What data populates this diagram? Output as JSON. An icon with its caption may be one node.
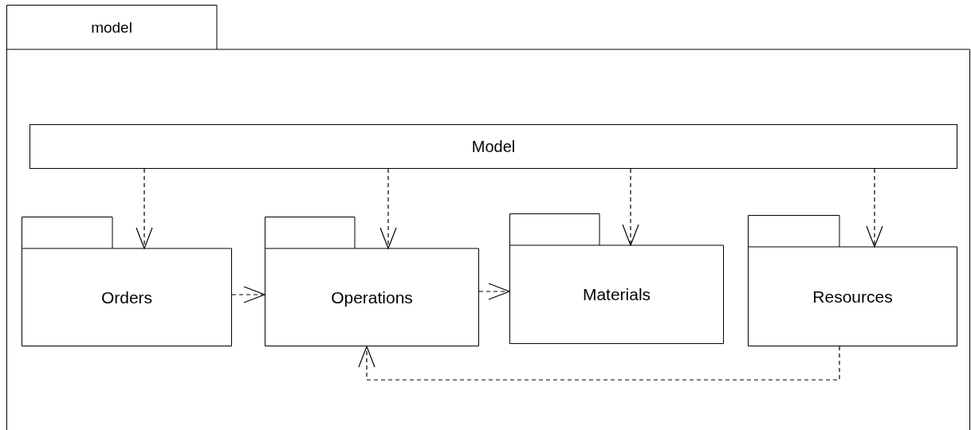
{
  "diagram": {
    "nodes": [
      {
        "text": [
          "model"
        ]
      },
      {
        "text": [
          "Model"
        ],
        "in": 0
      },
      {
        "text": [
          "Orders"
        ],
        "in": 0
      },
      {
        "text": [
          "Operations"
        ],
        "in": 0
      },
      {
        "text": [
          "Materials"
        ],
        "in": 0
      },
      {
        "text": [
          "Resources"
        ],
        "in": 0
      }
    ],
    "edges": [
      {
        "from": 1,
        "to": 2,
        "arrow": "to",
        "style": "dashed"
      },
      {
        "from": 1,
        "to": 3,
        "arrow": "to",
        "style": "dashed"
      },
      {
        "from": 1,
        "to": 4,
        "arrow": "to",
        "style": "dashed"
      },
      {
        "from": 1,
        "to": 5,
        "arrow": "to",
        "style": "dashed"
      },
      {
        "from": 2,
        "to": 3,
        "arrow": "to",
        "style": "dashed"
      },
      {
        "from": 3,
        "to": 4,
        "arrow": "to",
        "style": "dashed"
      },
      {
        "from": 5,
        "to": 3,
        "arrow": "to",
        "style": "dashed"
      }
    ]
  }
}
